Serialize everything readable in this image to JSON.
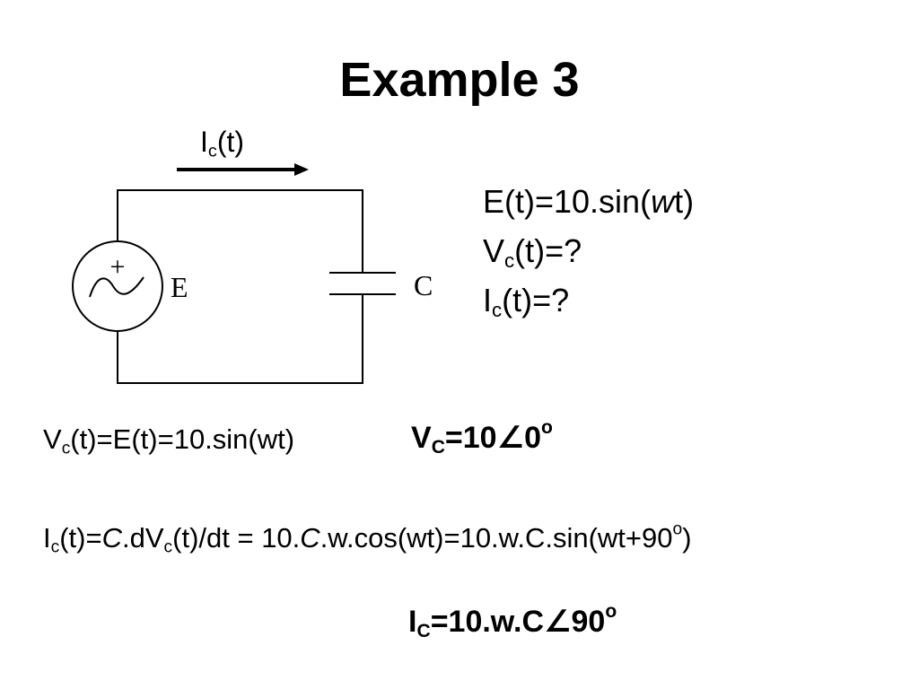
{
  "title": "Example 3",
  "circuit": {
    "current_label": {
      "base": "I",
      "sub": "c",
      "rest": "(t)"
    },
    "source_label": "E",
    "capacitor_label": "C",
    "plus_sign": "+"
  },
  "given": {
    "line1": {
      "pre": "E(t)=10.sin(",
      "italic": "w",
      "post": "t)"
    },
    "line2": {
      "base": "V",
      "sub": "c",
      "rest": "(t)=?"
    },
    "line3": {
      "base": "I",
      "sub": "c",
      "rest": "(t)=?"
    }
  },
  "solution": {
    "vc_time": {
      "base": "V",
      "sub": "c",
      "rest": "(t)=E(t)=10.sin(wt)"
    },
    "vc_phasor": {
      "base": "V",
      "sub": "C",
      "mag": "=10",
      "angle": "∠",
      "phase": "0",
      "deg": "o"
    },
    "ic_time": {
      "a_base": "I",
      "a_sub": "c",
      "a_rest": "(t)=",
      "b_italic": "C",
      "b_text": ".dV",
      "b_sub": "c",
      "c_text": "(t)/dt = 10.",
      "c_italic": "C",
      "d_text": ".w.cos(wt)=10.w.C.sin(wt+90",
      "d_sup": "o",
      "d_end": ")"
    },
    "ic_phasor": {
      "base": "I",
      "sub": "C",
      "mag": "=10.w.C",
      "angle": "∠",
      "phase": "90",
      "deg": "o"
    }
  }
}
